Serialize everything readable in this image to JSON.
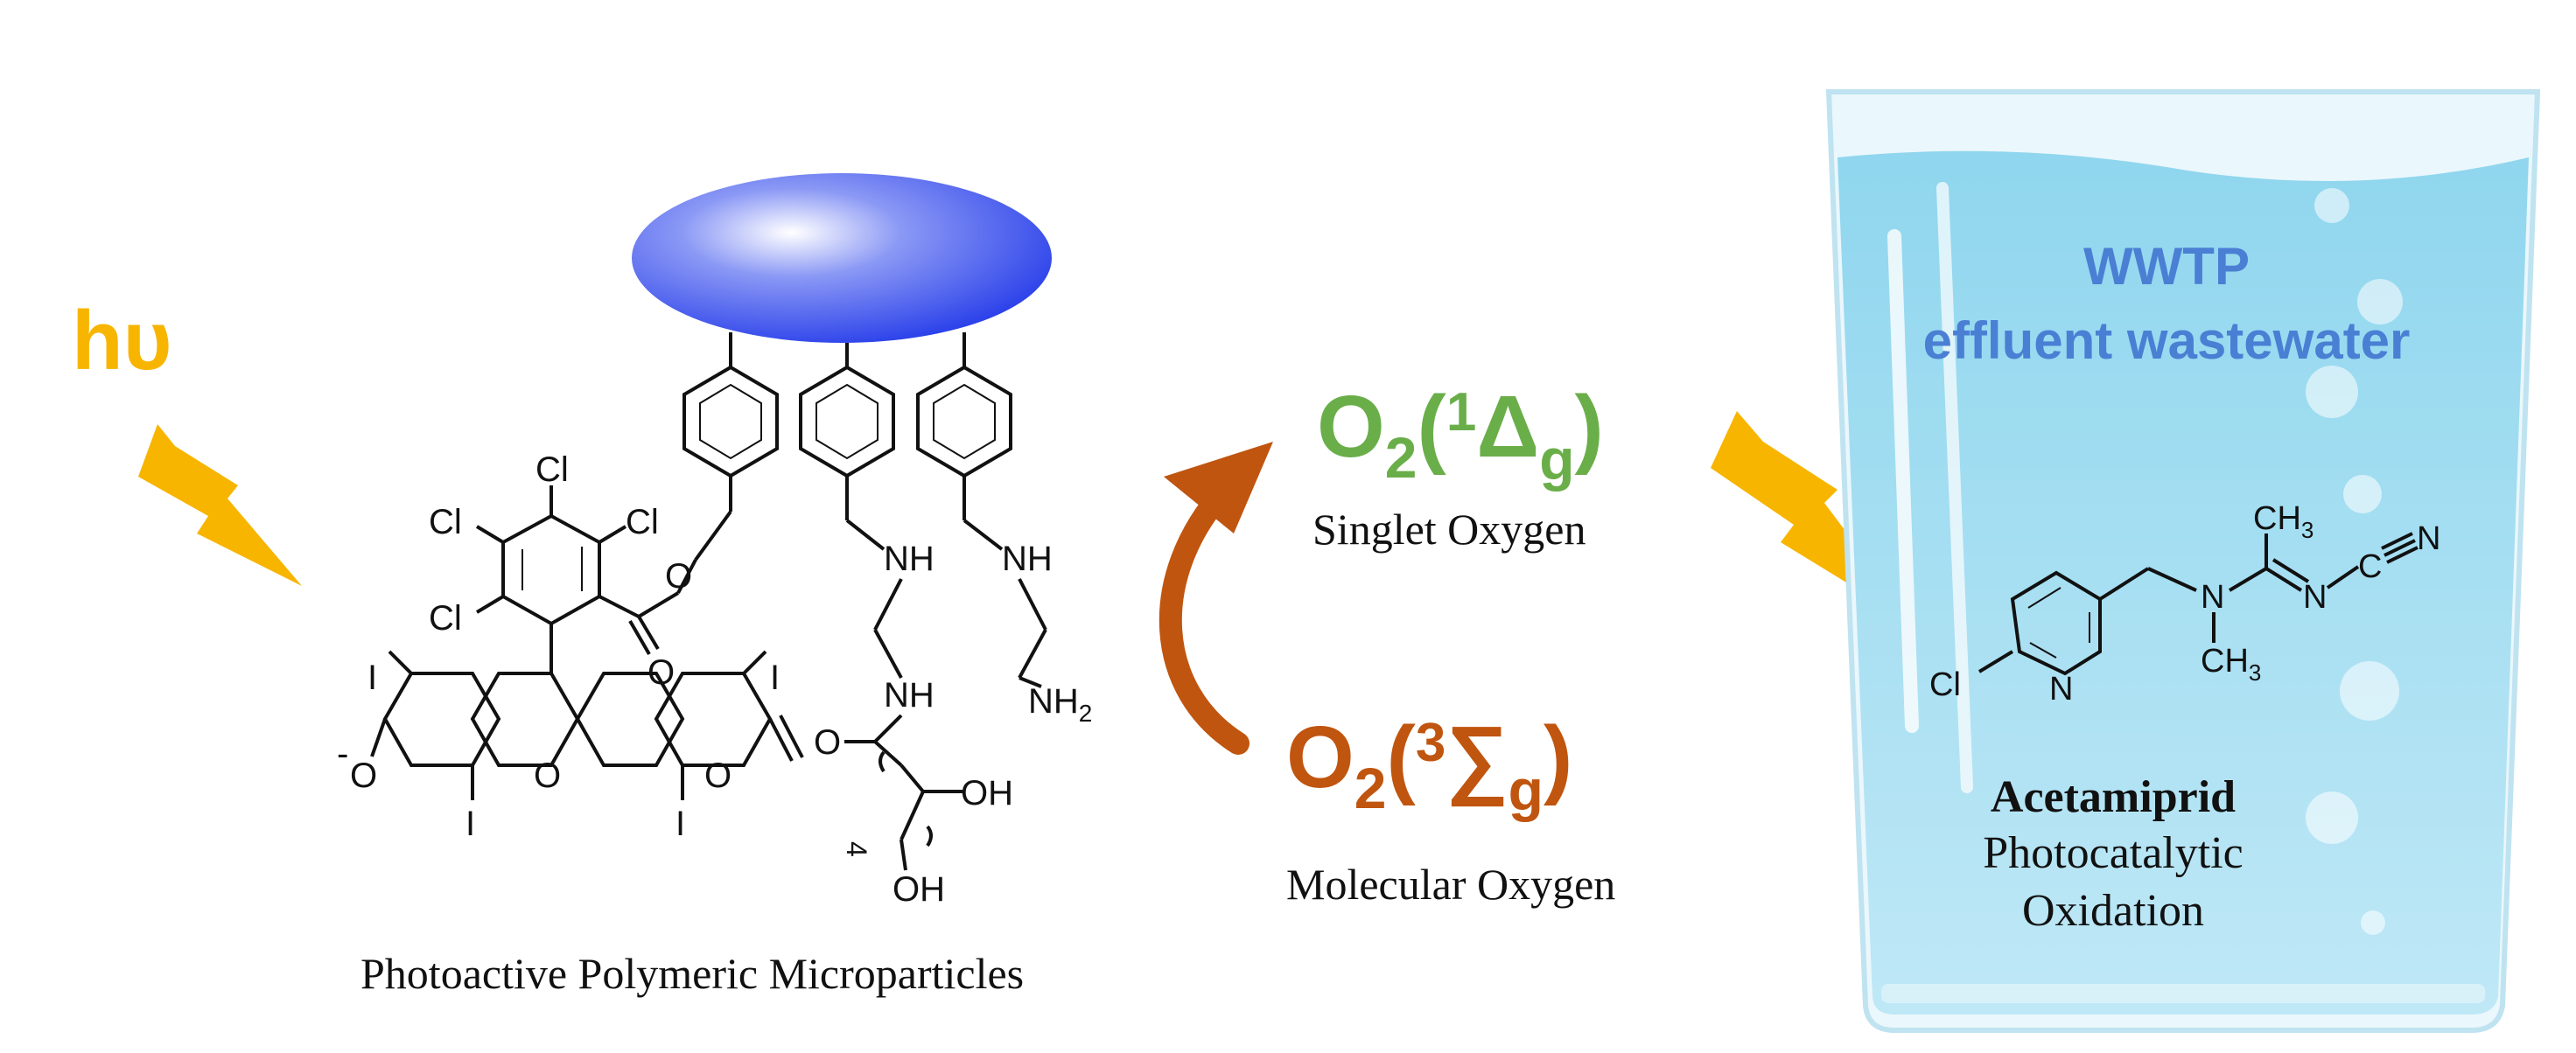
{
  "light": {
    "label": "hυ",
    "color": "#F7B500"
  },
  "polymer": {
    "caption": "Photoactive Polymeric Microparticles",
    "atoms": {
      "cl": "Cl",
      "i": "I",
      "o": "O",
      "o_minus": "-",
      "nh": "NH",
      "oh": "OH",
      "nh2": "NH",
      "nh2_sub": "2",
      "repeat": "4"
    },
    "bead_color": "#1E35E8"
  },
  "oxygen": {
    "singlet": {
      "formula": "O",
      "sub": "2",
      "paren_open": "(",
      "sup": "1",
      "symbol": "Δ",
      "sym_sub": "g",
      "paren_close": ")",
      "name": "Singlet Oxygen",
      "color": "#6AAE4A"
    },
    "molecular": {
      "formula": "O",
      "sub": "2",
      "paren_open": "(",
      "sup": "3",
      "symbol": "∑",
      "sym_sub": "g",
      "paren_close": ")",
      "name": "Molecular Oxygen",
      "color": "#C0550F"
    },
    "arrow_color": "#C0550F"
  },
  "glass": {
    "title_line1": "WWTP",
    "title_line2": "effluent wastewater",
    "title_color": "#4A7FD4",
    "water_color": "#A8DEF0",
    "molecule": {
      "ch3_top": "CH",
      "ch3_bottom": "CH",
      "three": "3",
      "n_amine": "N",
      "n_imine": "N",
      "c_nitrile": "C",
      "n_nitrile": "N",
      "n_ring": "N",
      "cl": "Cl"
    },
    "compound_name": "Acetamiprid",
    "process_line1": "Photocatalytic",
    "process_line2": "Oxidation"
  }
}
